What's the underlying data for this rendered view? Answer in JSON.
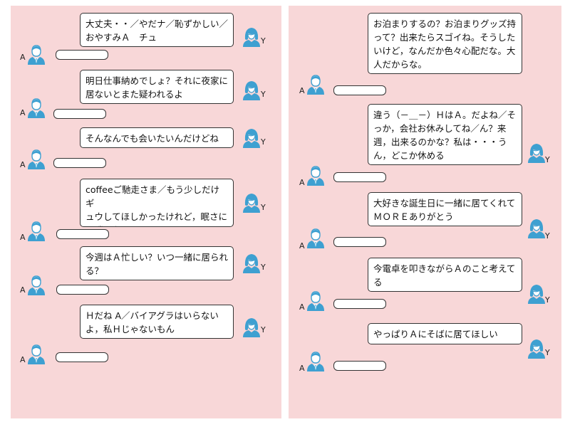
{
  "colors": {
    "panel_bg": "#f8d7d8",
    "avatar": "#3ea0d1",
    "border": "#333333"
  },
  "icons": {
    "male": "male-avatar-icon",
    "female": "female-avatar-icon"
  },
  "speaker_a": "A",
  "speaker_y": "Y",
  "left": {
    "messages": [
      "大丈夫・・／やだナ／恥ずかしい／\nおやすみＡ　チュ",
      "明日仕事納めでしょ？それに夜家に\n居ないとまた疑われるよ",
      "そんなんでも会いたいんだけどね",
      "coffeeご馳走さま／もう少しだけギ\nュウしてほしかったけれど，眠さに\nは勝てないから",
      "今週はＡ忙しい？いつ一緒に居られ\nる？",
      "Ｈだね A／バイアグラはいらない\nよ，私Ｈじゃないもん"
    ]
  },
  "right": {
    "messages": [
      "お泊まりするの？お泊まりグッズ持\nって？出来たらスゴイね。そうした\nいけど，なんだか色々心配だな。大\n人だからな。",
      "違う（－＿－）ＨはＡ。だよね／そ\nっか，会社お休みしてね／ん？来\n週，出来るのかな？私は・・・う\nん，どこか休める",
      "大好きな誕生日に一緒に居てくれて\nＭＯＲＥありがとう",
      "今電卓を叩きながらＡのこと考えて\nる",
      "やっぱりＡにそばに居てほしい"
    ]
  }
}
